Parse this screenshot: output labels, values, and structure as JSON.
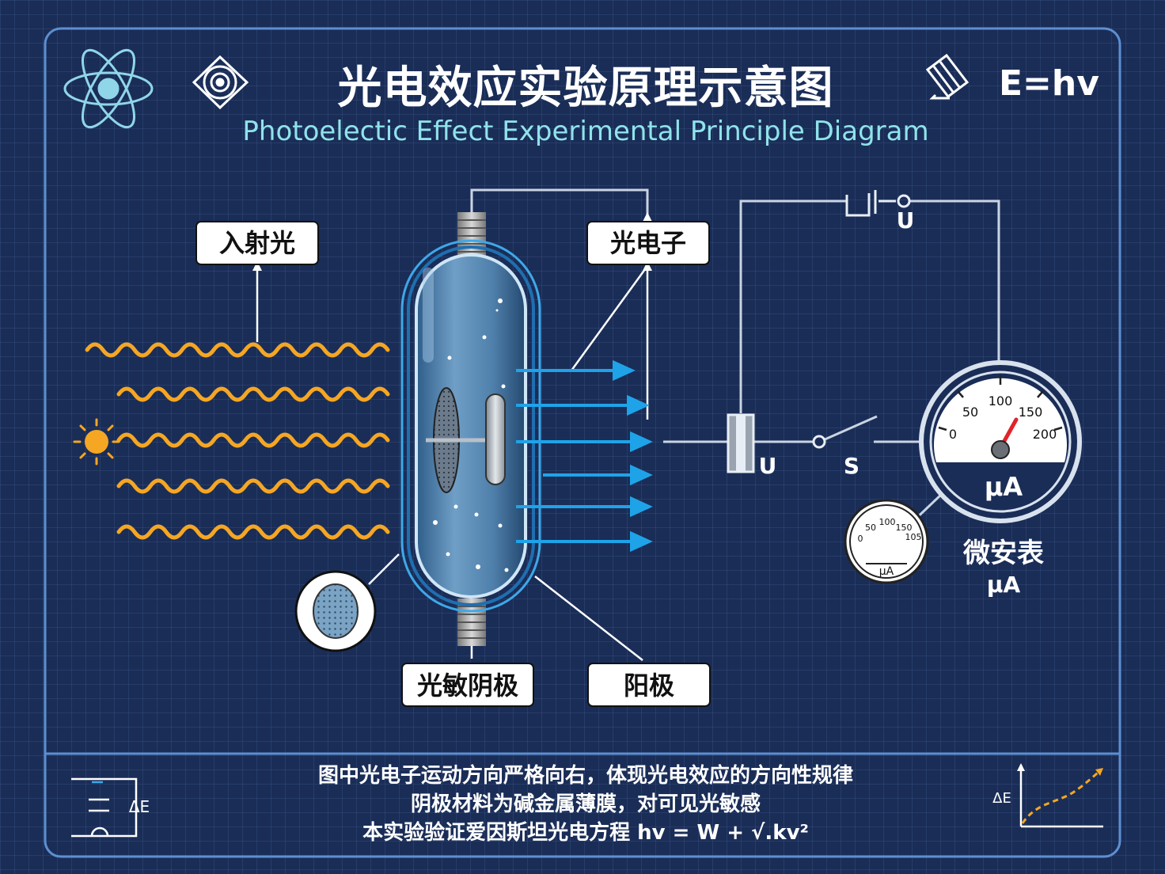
{
  "header": {
    "title": "光电效应实验原理示意图",
    "subtitle": "Photoelectic Effect Experimental Principle Diagram",
    "formula": "E=hv"
  },
  "labels": {
    "incident_light": "入射光",
    "photoelectron": "光电子",
    "photosensitive_cathode": "光敏阴极",
    "anode": "阳极",
    "microammeter": "微安表",
    "microammeter_unit": "μA"
  },
  "circuit": {
    "battery_label": "U",
    "voltage_label": "U",
    "switch_label": "S"
  },
  "meter_large": {
    "unit": "μA",
    "ticks": [
      "0",
      "50",
      "100",
      "150",
      "200"
    ]
  },
  "meter_small": {
    "unit": "μA",
    "ticks": [
      "0",
      "50",
      "100",
      "150",
      "105"
    ]
  },
  "bottom_icons": {
    "left_label": "ΔE",
    "right_label": "ΔE"
  },
  "notes": [
    "图中光电子运动方向严格向右，体现光电效应的方向性规律",
    "阴极材料为碱金属薄膜，对可见光敏感",
    "本实验验证爱因斯坦光电方程 hv = W + √.kv²"
  ],
  "colors": {
    "background": "#1a2d57",
    "light_wave": "#f5a623",
    "electron_arrow": "#1fa3e8",
    "subtitle": "#8fe3ea",
    "needle": "#e0242a"
  }
}
